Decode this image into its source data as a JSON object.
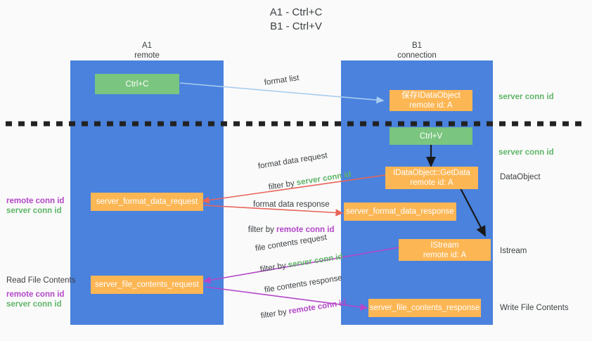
{
  "title": "A1 - Ctrl+C\nB1 - Ctrl+V",
  "columns": {
    "left": {
      "name": "A1",
      "role": "remote",
      "header": "A1\nremote"
    },
    "right": {
      "name": "B1",
      "role": "connection",
      "header": "B1\nconnection"
    }
  },
  "colors": {
    "lane": "#4a82dd",
    "green_box": "#7ac57f",
    "orange_box": "#fcb654",
    "server_conn": "#5fb568",
    "remote_conn": "#b446c8",
    "arrow_format_list": "#a8cdf0",
    "arrow_format_data": "#e8645a",
    "arrow_file_contents": "#b446c8",
    "arrow_internal": "#1a1a1a",
    "background": "#fafafa",
    "text": "#3c4043"
  },
  "boxes": {
    "ctrl_c": "Ctrl+C",
    "ctrl_v": "Ctrl+V",
    "save_dataobject": "保存IDataObject\nremote id: A",
    "getdata": "IDataObject::GetData\nremote id: A",
    "istream": "IStream\nremote id: A",
    "server_format_data_request": "server_format_data_request",
    "server_format_data_response": "server_format_data_response",
    "server_file_contents_request": "server_file_contents_request",
    "server_file_contents_response": "server_file_contents_response"
  },
  "right_labels": {
    "server_conn_id_1": "server conn id",
    "server_conn_id_2": "server conn id",
    "dataobject": "DataObject",
    "istream": "Istream",
    "write_file_contents": "Write File Contents"
  },
  "left_labels": {
    "format_remote": "remote conn id",
    "format_server": "server conn id",
    "read_file_contents": "Read File Contents",
    "file_remote": "remote conn id",
    "file_server": "server conn id"
  },
  "edges": {
    "format_list": "format list",
    "format_data_request": "format data request",
    "format_data_request_filter_prefix": "filter by ",
    "format_data_request_filter_value": "server conn id",
    "format_data_response": "format data response",
    "format_data_response_filter_prefix": "filter by ",
    "format_data_response_filter_value": "remote conn id",
    "file_contents_request": "file contents request",
    "file_contents_request_filter_prefix": "filter by ",
    "file_contents_request_filter_value": "server conn id",
    "file_contents_response": "file contents response",
    "file_contents_response_filter_prefix": "filter by ",
    "file_contents_response_filter_value": "remote conn id"
  }
}
